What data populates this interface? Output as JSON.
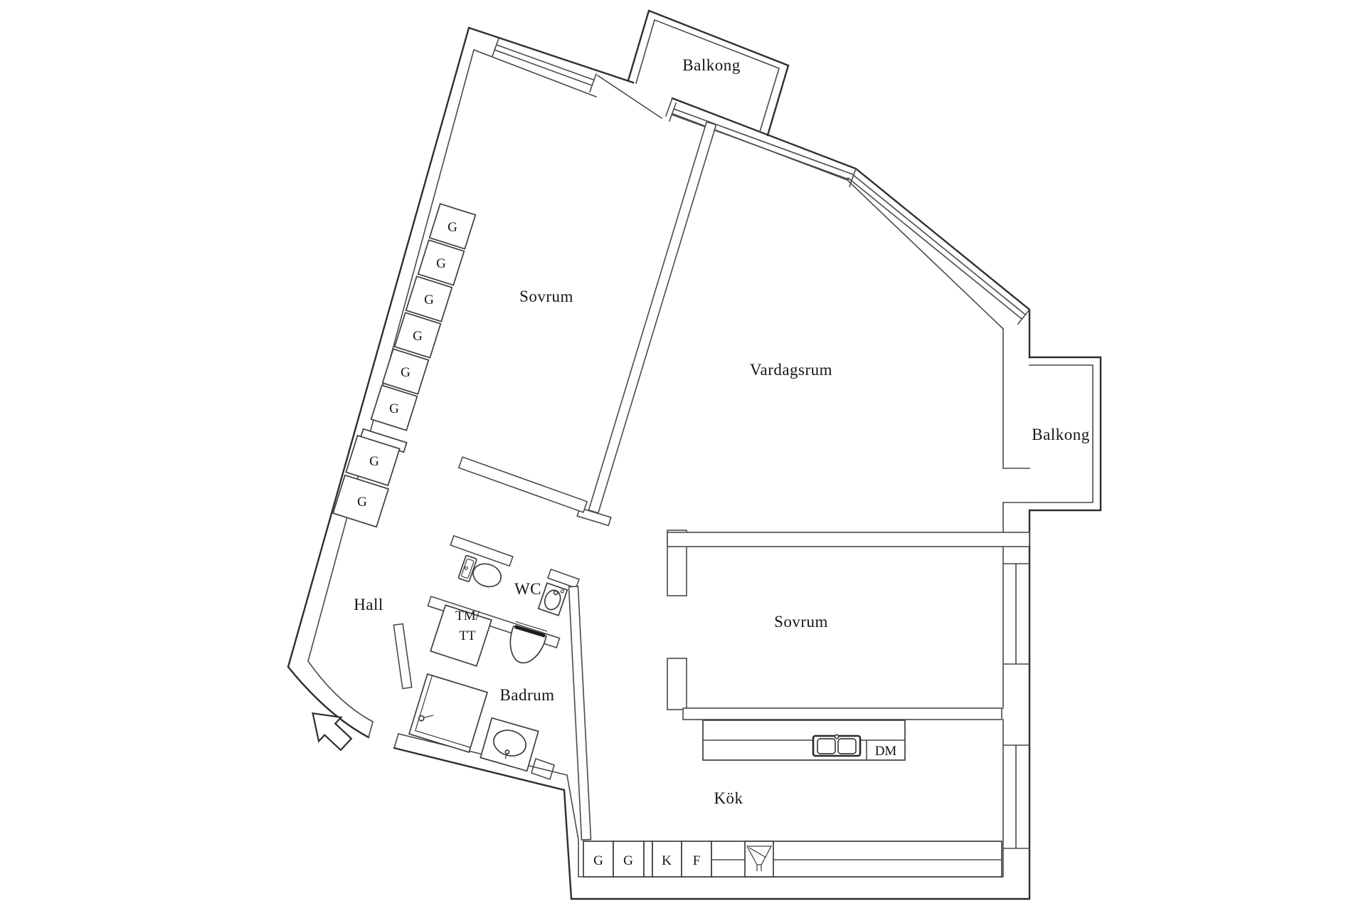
{
  "page": {
    "background": "#ffffff",
    "line_color": "#4a4a4a",
    "text_color": "#161616"
  },
  "labels": {
    "balkong_top": "Balkong",
    "balkong_right": "Balkong",
    "sovrum_left": "Sovrum",
    "sovrum_right": "Sovrum",
    "vardagsrum": "Vardagsrum",
    "hall": "Hall",
    "wc": "WC",
    "badrum": "Badrum",
    "kok": "Kök",
    "tm": "TM/",
    "tt": "TT",
    "dm": "DM",
    "g": "G",
    "k": "K",
    "f": "F"
  }
}
